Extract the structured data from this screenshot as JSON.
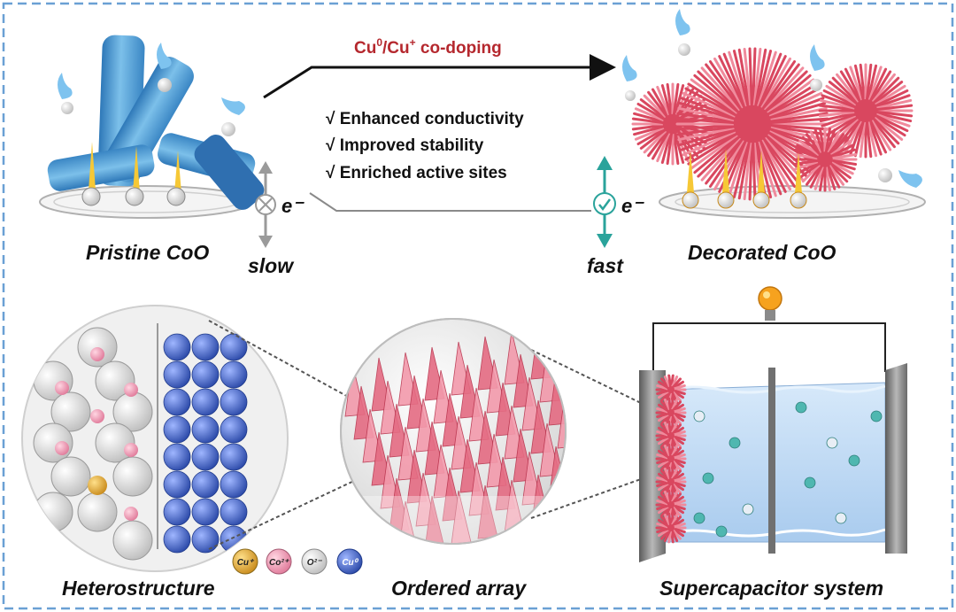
{
  "top_arrow": {
    "label_base": "Cu",
    "label_sup1": "0",
    "label_mid": "/Cu",
    "label_sup2": "+",
    "label_tail": " co-doping"
  },
  "benefits": [
    "√ Enhanced conductivity",
    "√ Improved stability",
    "√ Enriched active sites"
  ],
  "pristine": {
    "title": "Pristine CoO",
    "rate": "slow",
    "electron": "e⁻"
  },
  "decorated": {
    "title": "Decorated CoO",
    "rate": "fast",
    "electron": "e⁻"
  },
  "bottom": {
    "heterostructure": "Heterostructure",
    "ordered_array": "Ordered array",
    "supercapacitor": "Supercapacitor system"
  },
  "legend": [
    {
      "label": "Cu⁺",
      "color": "#e0ac3c"
    },
    {
      "label": "Co²⁺",
      "color": "#f2a5bd"
    },
    {
      "label": "O²⁻",
      "color": "#e6e6e6"
    },
    {
      "label": "Cu⁰",
      "color": "#4a6fd0"
    }
  ],
  "colors": {
    "frame": "#6aa0d4",
    "arrow_label": "#b5282e",
    "rod_blue": "#5aa8dc",
    "flower_red": "#d9475f",
    "electron_arrow_slow": "#9a9a9a",
    "electron_arrow_fast": "#2aa39b",
    "electrolyte": "#c3dcf3"
  }
}
